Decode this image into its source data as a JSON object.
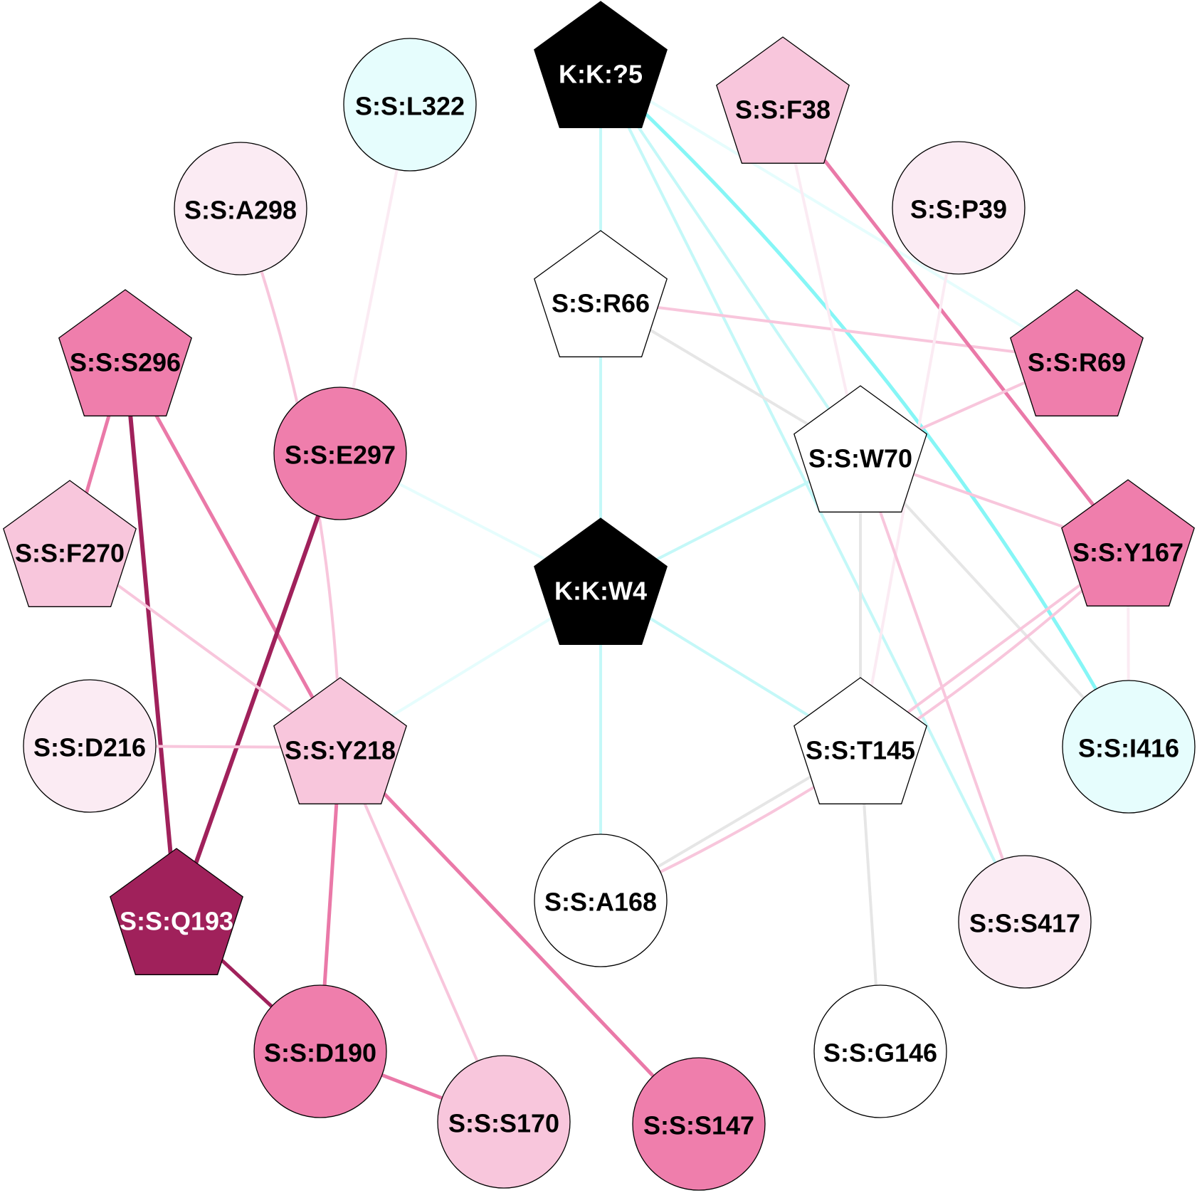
{
  "colors": {
    "black": "#000000",
    "white": "#ffffff",
    "cyan_light": "#e6fdfd",
    "pink_pale": "#fbebf3",
    "pink_light": "#f8c6dc",
    "pink_mid": "#ef7eac",
    "magenta_dark": "#a0215b",
    "edge_cyan_pale": "#e6fdfd",
    "edge_cyan_light": "#c4f8f8",
    "edge_cyan": "#86f6f6",
    "edge_gray": "#e6e6e6",
    "edge_pink_pale": "#fbebf3",
    "edge_pink_light": "#f8c6dc",
    "edge_pink_mid": "#ea79a8",
    "edge_magenta": "#a0215b"
  },
  "nodes": [
    {
      "id": "K:K:?5",
      "label": "K:K:?5",
      "shape": "pentagon",
      "fill": "black",
      "text": "white"
    },
    {
      "id": "S:S:F38",
      "label": "S:S:F38",
      "shape": "pentagon",
      "fill": "pink_light",
      "text": "black"
    },
    {
      "id": "S:S:P39",
      "label": "S:S:P39",
      "shape": "circle",
      "fill": "pink_pale",
      "text": "black"
    },
    {
      "id": "S:S:R69",
      "label": "S:S:R69",
      "shape": "pentagon",
      "fill": "pink_mid",
      "text": "black"
    },
    {
      "id": "S:S:Y167",
      "label": "S:S:Y167",
      "shape": "pentagon",
      "fill": "pink_mid",
      "text": "black"
    },
    {
      "id": "S:S:I416",
      "label": "S:S:I416",
      "shape": "circle",
      "fill": "cyan_light",
      "text": "black"
    },
    {
      "id": "S:S:S417",
      "label": "S:S:S417",
      "shape": "circle",
      "fill": "pink_pale",
      "text": "black"
    },
    {
      "id": "S:S:G146",
      "label": "S:S:G146",
      "shape": "circle",
      "fill": "white",
      "text": "black"
    },
    {
      "id": "S:S:S147",
      "label": "S:S:S147",
      "shape": "circle",
      "fill": "pink_mid",
      "text": "black"
    },
    {
      "id": "S:S:S170",
      "label": "S:S:S170",
      "shape": "circle",
      "fill": "pink_light",
      "text": "black"
    },
    {
      "id": "S:S:D190",
      "label": "S:S:D190",
      "shape": "circle",
      "fill": "pink_mid",
      "text": "black"
    },
    {
      "id": "S:S:Q193",
      "label": "S:S:Q193",
      "shape": "pentagon",
      "fill": "magenta_dark",
      "text": "white"
    },
    {
      "id": "S:S:D216",
      "label": "S:S:D216",
      "shape": "circle",
      "fill": "pink_pale",
      "text": "black"
    },
    {
      "id": "S:S:F270",
      "label": "S:S:F270",
      "shape": "pentagon",
      "fill": "pink_light",
      "text": "black"
    },
    {
      "id": "S:S:S296",
      "label": "S:S:S296",
      "shape": "pentagon",
      "fill": "pink_mid",
      "text": "black"
    },
    {
      "id": "S:S:A298",
      "label": "S:S:A298",
      "shape": "circle",
      "fill": "pink_pale",
      "text": "black"
    },
    {
      "id": "S:S:L322",
      "label": "S:S:L322",
      "shape": "circle",
      "fill": "cyan_light",
      "text": "black"
    },
    {
      "id": "S:S:R66",
      "label": "S:S:R66",
      "shape": "pentagon",
      "fill": "white",
      "text": "black"
    },
    {
      "id": "S:S:W70",
      "label": "S:S:W70",
      "shape": "pentagon",
      "fill": "white",
      "text": "black"
    },
    {
      "id": "S:S:T145",
      "label": "S:S:T145",
      "shape": "pentagon",
      "fill": "white",
      "text": "black"
    },
    {
      "id": "S:S:A168",
      "label": "S:S:A168",
      "shape": "circle",
      "fill": "white",
      "text": "black"
    },
    {
      "id": "S:S:Y218",
      "label": "S:S:Y218",
      "shape": "pentagon",
      "fill": "pink_light",
      "text": "black"
    },
    {
      "id": "S:S:E297",
      "label": "S:S:E297",
      "shape": "circle",
      "fill": "pink_mid",
      "text": "black"
    },
    {
      "id": "K:K:W4",
      "label": "K:K:W4",
      "shape": "pentagon",
      "fill": "black",
      "text": "white"
    }
  ],
  "edges": [
    {
      "source": "K:K:?5",
      "target": "S:S:R66",
      "color": "edge_cyan_light",
      "weight": "thin"
    },
    {
      "source": "K:K:?5",
      "target": "S:S:R69",
      "color": "edge_cyan_pale",
      "weight": "thin"
    },
    {
      "source": "K:K:?5",
      "target": "S:S:W70",
      "color": "edge_cyan_light",
      "weight": "thin"
    },
    {
      "source": "K:K:?5",
      "target": "S:S:S417",
      "color": "edge_cyan_light",
      "weight": "thin"
    },
    {
      "source": "K:K:?5",
      "target": "S:S:I416",
      "color": "edge_cyan",
      "weight": "medium",
      "curved": true
    },
    {
      "source": "S:S:R66",
      "target": "K:K:W4",
      "color": "edge_cyan_light",
      "weight": "thin"
    },
    {
      "source": "S:S:R66",
      "target": "S:S:R69",
      "color": "edge_pink_light",
      "weight": "thin"
    },
    {
      "source": "S:S:R66",
      "target": "S:S:W70",
      "color": "edge_gray",
      "weight": "thin"
    },
    {
      "source": "S:S:F38",
      "target": "S:S:W70",
      "color": "edge_pink_pale",
      "weight": "thin"
    },
    {
      "source": "S:S:F38",
      "target": "S:S:Y167",
      "color": "edge_pink_mid",
      "weight": "medium"
    },
    {
      "source": "S:S:P39",
      "target": "S:S:T145",
      "color": "edge_pink_pale",
      "weight": "thin"
    },
    {
      "source": "S:S:R69",
      "target": "S:S:W70",
      "color": "edge_pink_light",
      "weight": "thin"
    },
    {
      "source": "S:S:W70",
      "target": "K:K:W4",
      "color": "edge_cyan_light",
      "weight": "thin"
    },
    {
      "source": "S:S:W70",
      "target": "S:S:Y167",
      "color": "edge_pink_light",
      "weight": "thin"
    },
    {
      "source": "S:S:W70",
      "target": "S:S:T145",
      "color": "edge_gray",
      "weight": "thin"
    },
    {
      "source": "S:S:W70",
      "target": "S:S:I416",
      "color": "edge_gray",
      "weight": "thin"
    },
    {
      "source": "S:S:W70",
      "target": "S:S:S417",
      "color": "edge_pink_light",
      "weight": "thin"
    },
    {
      "source": "S:S:Y167",
      "target": "S:S:I416",
      "color": "edge_pink_pale",
      "weight": "thin"
    },
    {
      "source": "S:S:Y167",
      "target": "S:S:T145",
      "color": "edge_pink_light",
      "weight": "thin"
    },
    {
      "source": "S:S:Y167",
      "target": "S:S:A168",
      "color": "edge_pink_light",
      "weight": "thin",
      "curved": true
    },
    {
      "source": "S:S:T145",
      "target": "S:S:A168",
      "color": "edge_gray",
      "weight": "thin"
    },
    {
      "source": "S:S:T145",
      "target": "S:S:G146",
      "color": "edge_gray",
      "weight": "thin"
    },
    {
      "source": "K:K:W4",
      "target": "S:S:T145",
      "color": "edge_cyan_light",
      "weight": "thin"
    },
    {
      "source": "K:K:W4",
      "target": "S:S:A168",
      "color": "edge_cyan_light",
      "weight": "thin"
    },
    {
      "source": "K:K:W4",
      "target": "S:S:Y218",
      "color": "edge_cyan_pale",
      "weight": "thin"
    },
    {
      "source": "K:K:W4",
      "target": "S:S:E297",
      "color": "edge_cyan_pale",
      "weight": "thin"
    },
    {
      "source": "S:S:L322",
      "target": "S:S:E297",
      "color": "edge_pink_pale",
      "weight": "thin"
    },
    {
      "source": "S:S:A298",
      "target": "S:S:Y218",
      "color": "edge_pink_light",
      "weight": "thin",
      "curved": true
    },
    {
      "source": "S:S:S296",
      "target": "S:S:F270",
      "color": "edge_pink_mid",
      "weight": "medium"
    },
    {
      "source": "S:S:S296",
      "target": "S:S:Q193",
      "color": "edge_magenta",
      "weight": "thick"
    },
    {
      "source": "S:S:S296",
      "target": "S:S:Y218",
      "color": "edge_pink_mid",
      "weight": "medium"
    },
    {
      "source": "S:S:E297",
      "target": "S:S:Q193",
      "color": "edge_magenta",
      "weight": "thick"
    },
    {
      "source": "S:S:F270",
      "target": "S:S:Y218",
      "color": "edge_pink_light",
      "weight": "thin"
    },
    {
      "source": "S:S:D216",
      "target": "S:S:Y218",
      "color": "edge_pink_light",
      "weight": "thin"
    },
    {
      "source": "S:S:Y218",
      "target": "S:S:D190",
      "color": "edge_pink_mid",
      "weight": "medium"
    },
    {
      "source": "S:S:Y218",
      "target": "S:S:S170",
      "color": "edge_pink_light",
      "weight": "thin"
    },
    {
      "source": "S:S:Y218",
      "target": "S:S:S147",
      "color": "edge_pink_mid",
      "weight": "medium"
    },
    {
      "source": "S:S:Q193",
      "target": "S:S:D190",
      "color": "edge_magenta",
      "weight": "medium"
    },
    {
      "source": "S:S:D190",
      "target": "S:S:S170",
      "color": "edge_pink_mid",
      "weight": "medium"
    }
  ]
}
